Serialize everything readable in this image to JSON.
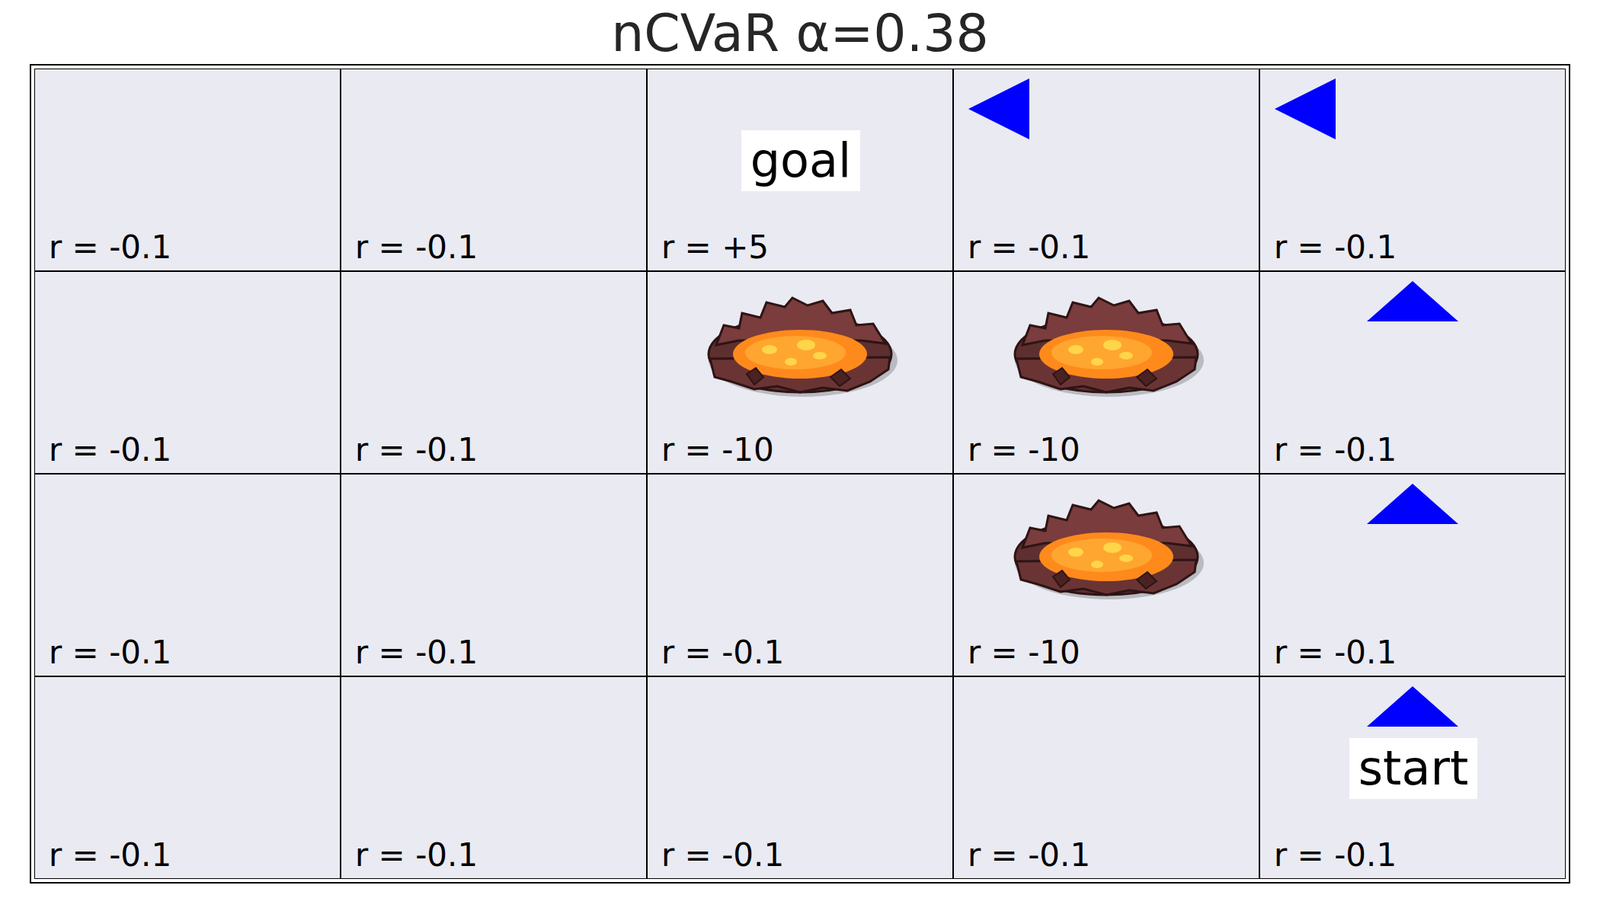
{
  "diagram": {
    "title": "nCVaR α=0.38",
    "nodes": [
      {
        "text": [
          "r = -0.1"
        ]
      },
      {
        "text": [
          "r = -0.1"
        ]
      },
      {
        "text": [
          "r = +5"
        ]
      },
      {
        "text": [
          "goal"
        ],
        "in": 2
      },
      {
        "text": [
          "r = -0.1"
        ]
      },
      {
        "text": [
          "r = -0.1"
        ]
      },
      {
        "text": [
          "r = -0.1"
        ]
      },
      {
        "text": [
          "r = -0.1"
        ]
      },
      {
        "text": [
          "r = -10"
        ]
      },
      {
        "text": [
          "r = -10"
        ]
      },
      {
        "text": [
          "r = -0.1"
        ]
      },
      {
        "text": [
          "r = -0.1"
        ]
      },
      {
        "text": [
          "r = -0.1"
        ]
      },
      {
        "text": [
          "r = -0.1"
        ]
      },
      {
        "text": [
          "r = -10"
        ]
      },
      {
        "text": [
          "r = -0.1"
        ]
      },
      {
        "text": [
          "r = -0.1"
        ]
      },
      {
        "text": [
          "r = -0.1"
        ]
      },
      {
        "text": [
          "r = -0.1"
        ]
      },
      {
        "text": [
          "r = -0.1"
        ]
      },
      {
        "text": [
          "r = -0.1"
        ]
      },
      {
        "text": [
          "start"
        ],
        "in": 20
      }
    ]
  }
}
